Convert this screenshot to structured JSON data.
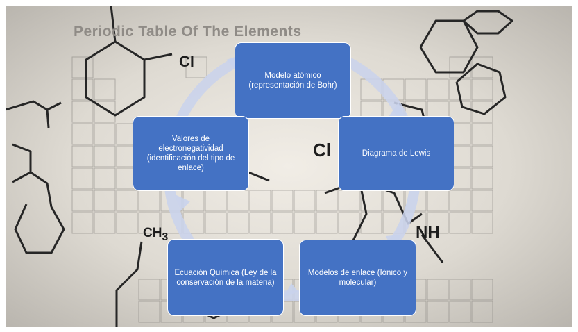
{
  "background": {
    "title": "Periodic Table Of The Elements",
    "molecule_labels": {
      "cl_top": "Cl",
      "cl_mid": "Cl",
      "nh_right": "NH",
      "ch3": "CH",
      "ch3_subscript": "3"
    }
  },
  "colors": {
    "node_fill": "#4472c4",
    "node_border": "#ffffff",
    "ring": "#c9d3ec"
  },
  "cycle": {
    "nodes": [
      {
        "label": "Modelo atómico (representación de Bohr)"
      },
      {
        "label": "Diagrama de Lewis"
      },
      {
        "label": "Modelos de enlace (Iónico y molecular)"
      },
      {
        "label": "Ecuación Química (Ley de la conservación de la materia)"
      },
      {
        "label": "Valores de electronegatividad (identificación del tipo de enlace)"
      }
    ]
  }
}
